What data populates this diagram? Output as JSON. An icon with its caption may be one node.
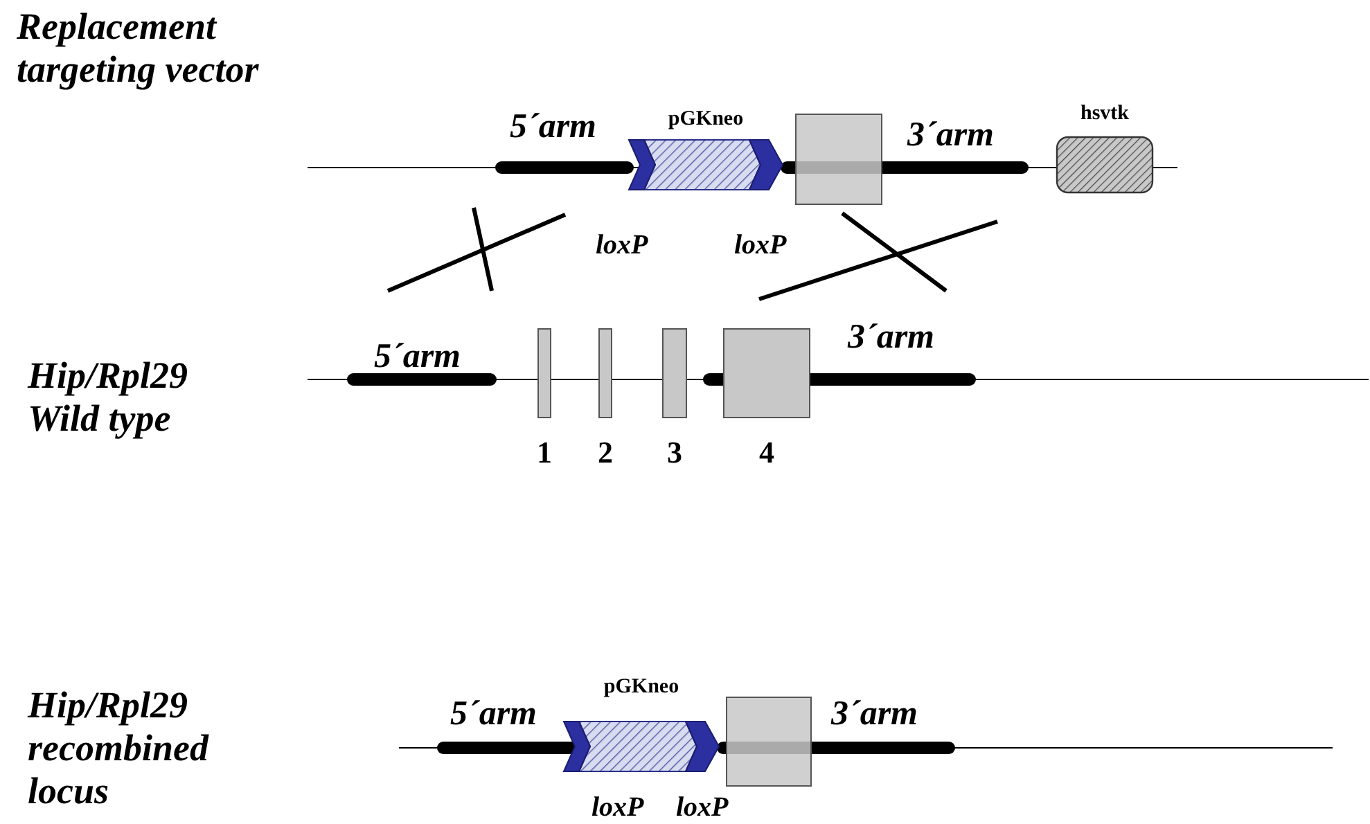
{
  "diagram": {
    "nodes": [
      {
        "text": [
          "pGKneo"
        ]
      },
      {
        "text": [],
        "shape": "box"
      },
      {
        "text": [
          "hsvtk"
        ]
      },
      {
        "text": [
          "1"
        ]
      },
      {
        "text": [
          "2"
        ]
      },
      {
        "text": [
          "3"
        ]
      },
      {
        "text": [
          "4"
        ]
      },
      {
        "text": [
          "pGKneo"
        ]
      },
      {
        "text": [],
        "shape": "box"
      }
    ],
    "labels": [
      "Replacement targeting vector",
      "5´arm",
      "3´arm",
      "loxP",
      "loxP",
      "Hip/Rpl29 Wild type",
      "5´arm",
      "3´arm",
      "Hip/Rpl29 recombined locus",
      "5´arm",
      "3´arm",
      "loxP",
      "loxP"
    ]
  }
}
